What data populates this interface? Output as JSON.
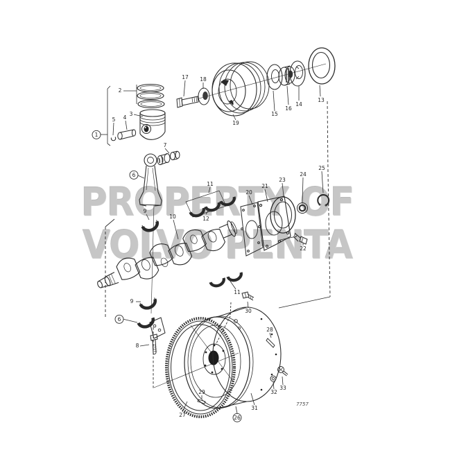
{
  "watermark": {
    "line1": "PROPERTY OF",
    "line2": "VOLVO PENTA"
  },
  "figure": {
    "code": "7757"
  },
  "labels": {
    "n1": "1",
    "n2": "2",
    "n3": "3",
    "n4": "4",
    "n5": "5",
    "n6": "6",
    "n7": "7",
    "n8": "8",
    "n9": "9",
    "n10": "10",
    "n11": "11",
    "n12": "12",
    "n13": "13",
    "n14": "14",
    "n15": "15",
    "n16": "16",
    "n17": "17",
    "n18": "18",
    "n19": "19",
    "n20": "20",
    "n21": "21",
    "n22": "22",
    "n23": "23",
    "n24": "24",
    "n25": "25",
    "n26": "26",
    "n27": "27",
    "n28": "28",
    "n29": "29",
    "n30": "30",
    "n31": "31",
    "n32": "32",
    "n33": "33"
  }
}
